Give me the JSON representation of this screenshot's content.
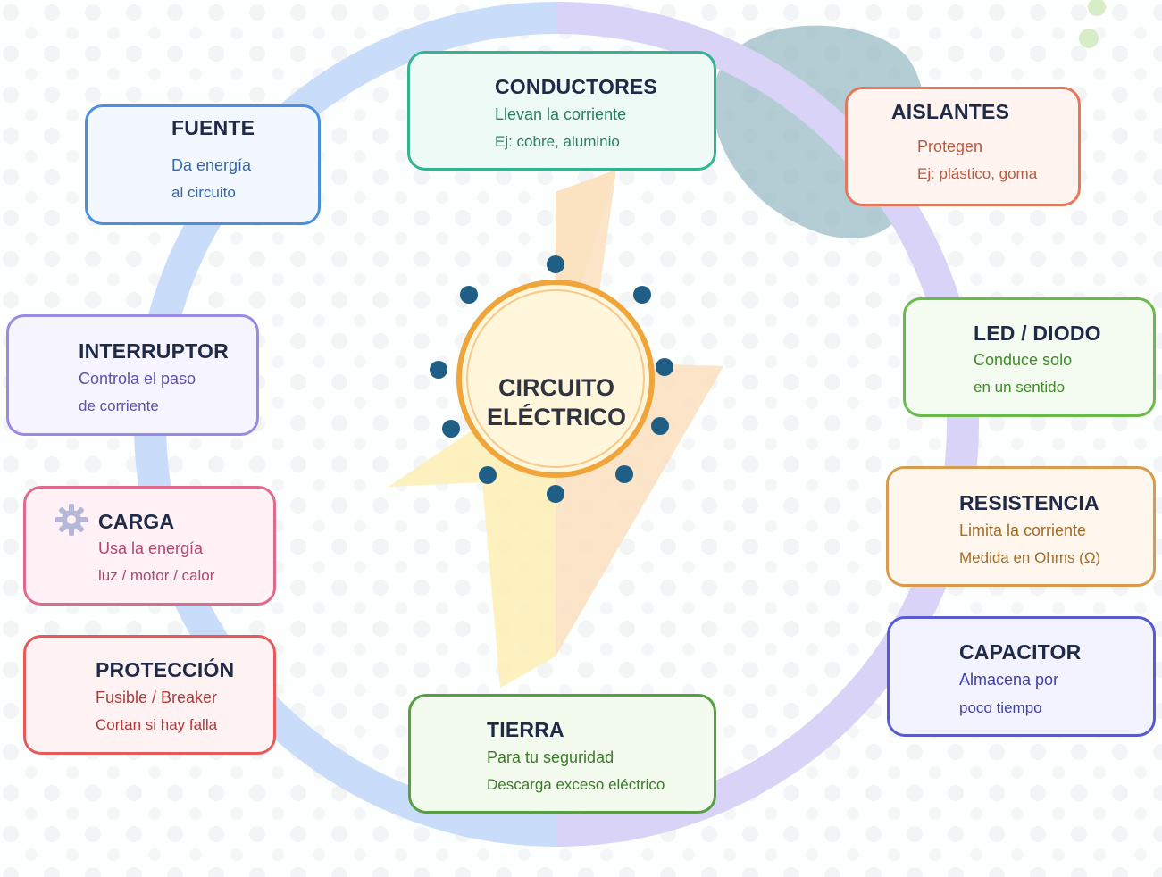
{
  "center": {
    "line1": "CIRCUITO",
    "line2": "ELÉCTRICO"
  },
  "nodes": {
    "fuente": {
      "title": "FUENTE",
      "line1": "Da energía",
      "line2": "al circuito"
    },
    "conductores": {
      "title": "CONDUCTORES",
      "line1": "Llevan la corriente",
      "line2": "Ej: cobre, aluminio"
    },
    "aislantes": {
      "title": "AISLANTES",
      "line1": "Protegen",
      "line2": "Ej: plástico, goma"
    },
    "interruptor": {
      "title": "INTERRUPTOR",
      "line1": "Controla el paso",
      "line2": "de corriente"
    },
    "led": {
      "title": "LED / DIODO",
      "line1": "Conduce solo",
      "line2": "en un sentido"
    },
    "carga": {
      "title": "CARGA",
      "line1": "Usa la energía",
      "line2": "luz / motor / calor"
    },
    "resistencia": {
      "title": "RESISTENCIA",
      "line1": "Limita la corriente",
      "line2": "Medida en Ohms (Ω)"
    },
    "proteccion": {
      "title": "PROTECCIÓN",
      "line1": "Fusible / Breaker",
      "line2": "Cortan si hay falla"
    },
    "capacitor": {
      "title": "CAPACITOR",
      "line1": "Almacena por",
      "line2": "poco tiempo"
    },
    "tierra": {
      "title": "TIERRA",
      "line1": "Para tu seguridad",
      "line2": "Descarga exceso eléctrico"
    }
  },
  "icons": {
    "carga": "gear-icon",
    "center": "lightning-bolt-icon"
  },
  "colors": {
    "ring_blue": "#c9dcfa",
    "ring_purple": "#d8d3f7",
    "bolt_yellow": "#fcefb8",
    "bolt_orange": "#fbe1c2",
    "blob": "#9bbcc6",
    "center_ring": "#f0a53a",
    "center_fill": "#fff6dc",
    "dot": "#1f5f86",
    "fuente": "#4a8fe0",
    "conductores": "#33b48f",
    "aislantes": "#e5775a",
    "interruptor": "#9b8ae3",
    "led": "#6aba4a",
    "carga": "#e0698c",
    "resistencia": "#d99a4d",
    "proteccion": "#e55a5a",
    "capacitor": "#5a5ad0",
    "tierra": "#55a040"
  }
}
